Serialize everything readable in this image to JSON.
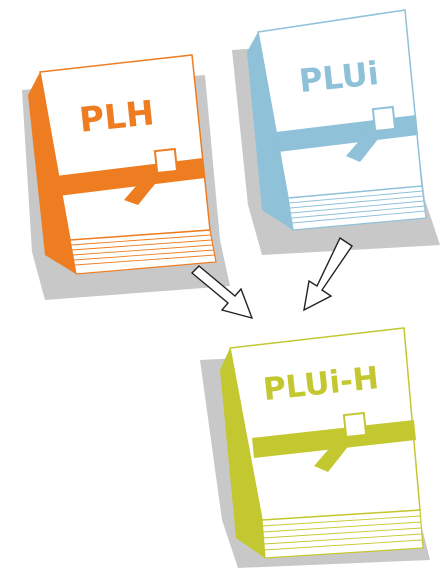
{
  "diagram": {
    "books": [
      {
        "id": "plh",
        "label": "PLH",
        "color": "#EE7D22"
      },
      {
        "id": "plui",
        "label": "PLUi",
        "color": "#8FC1D9"
      },
      {
        "id": "pluih",
        "label": "PLUi-H",
        "color": "#C4C830"
      }
    ],
    "shadow_color": "#C8C8C8",
    "arrows": [
      {
        "from": "plh",
        "to": "pluih"
      },
      {
        "from": "plui",
        "to": "pluih"
      }
    ]
  }
}
